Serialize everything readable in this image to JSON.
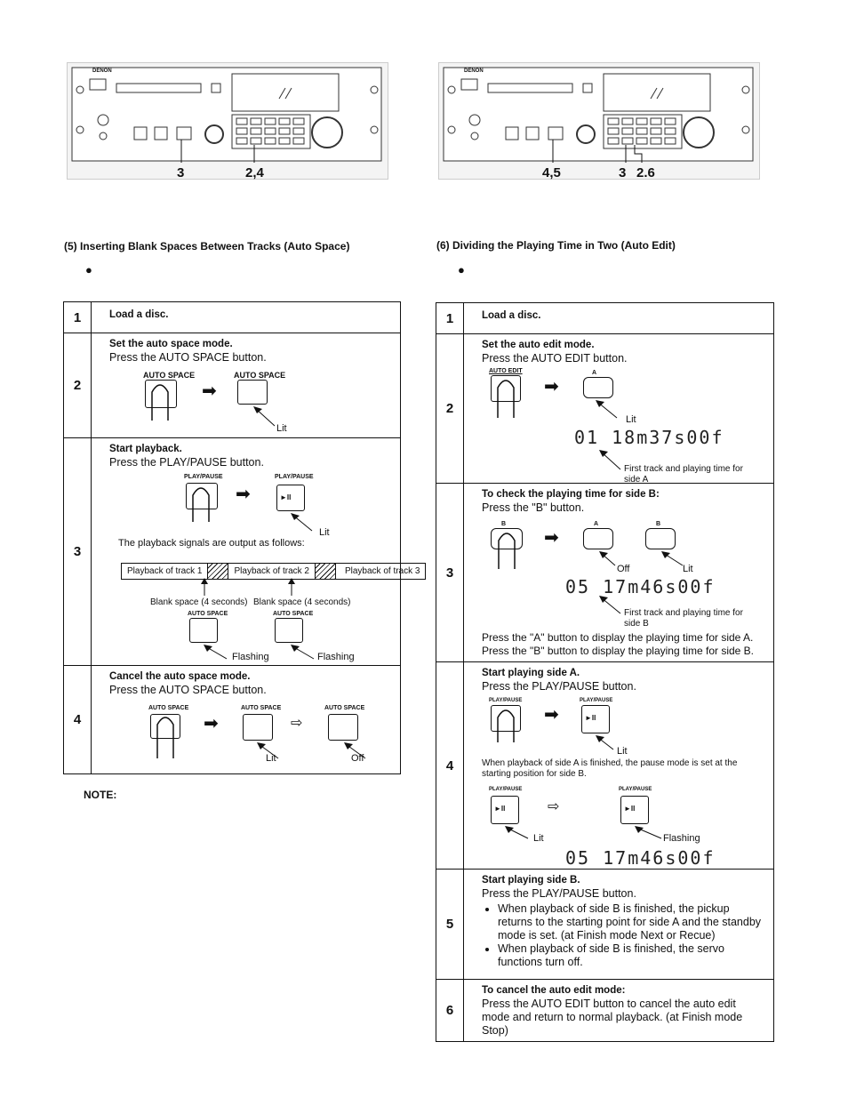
{
  "left_panel": {
    "callouts": [
      "3",
      "2,4"
    ]
  },
  "right_panel": {
    "callouts": [
      "4,5",
      "3",
      "2.6"
    ]
  },
  "panel_brand": "DENON",
  "section5": {
    "title": "(5) Inserting Blank Spaces Between Tracks (Auto Space)",
    "steps": [
      {
        "num": "1",
        "heading": "Load a disc."
      },
      {
        "num": "2",
        "heading": "Set the auto space mode.",
        "text": "Press the AUTO SPACE button.",
        "btn_label": "AUTO SPACE",
        "lit": "Lit"
      },
      {
        "num": "3",
        "heading": "Start playback.",
        "text": "Press the PLAY/PAUSE button.",
        "btn_label": "PLAY/PAUSE",
        "lit": "Lit",
        "output_text": "The playback signals are output as follows:",
        "bar": [
          "Playback of track 1",
          "Playback of track 2",
          "Playback of track 3"
        ],
        "blank1": "Blank space (4 seconds)",
        "blank2": "Blank space (4 seconds)",
        "flash1": "Flashing",
        "flash2": "Flashing"
      },
      {
        "num": "4",
        "heading": "Cancel the auto space mode.",
        "text": "Press the AUTO SPACE button.",
        "lit": "Lit",
        "off": "Off"
      }
    ],
    "note": "NOTE:"
  },
  "section6": {
    "title": "(6) Dividing the Playing Time in Two (Auto Edit)",
    "steps": [
      {
        "num": "1",
        "heading": "Load a disc."
      },
      {
        "num": "2",
        "heading": "Set the auto edit mode.",
        "text": "Press the AUTO EDIT button.",
        "btn_label": "AUTO EDIT",
        "btn_a": "A",
        "lit": "Lit",
        "display": "01 18m37s00f",
        "caption": "First track and playing time for side A"
      },
      {
        "num": "3",
        "heading": "To check the playing time for side B:",
        "text": "Press the \"B\" button.",
        "btn_b": "B",
        "btn_a": "A",
        "off": "Off",
        "lit": "Lit",
        "display": "05 17m46s00f",
        "caption": "First track and playing time for side B",
        "text2": "Press the \"A\" button to display the playing time for side A.",
        "text3": "Press the \"B\" button to display the playing time for side B."
      },
      {
        "num": "4",
        "heading": "Start playing side A.",
        "text": "Press the PLAY/PAUSE button.",
        "btn_label": "PLAY/PAUSE",
        "lit": "Lit",
        "note": "When playback of side A is finished, the pause mode is set at the starting position for side B.",
        "lit2": "Lit",
        "flash": "Flashing",
        "display": "05 17m46s00f"
      },
      {
        "num": "5",
        "heading": "Start playing side B.",
        "text": "Press the PLAY/PAUSE button.",
        "bullets": [
          "When playback of side B is finished, the pickup returns to the starting point for side A and the standby mode is set. (at Finish mode Next or Recue)",
          "When playback of side B is finished, the servo functions turn off."
        ]
      },
      {
        "num": "6",
        "heading": "To cancel the auto edit mode:",
        "text": "Press the AUTO EDIT button to cancel the auto edit mode and return to normal playback. (at Finish mode Stop)"
      }
    ]
  }
}
